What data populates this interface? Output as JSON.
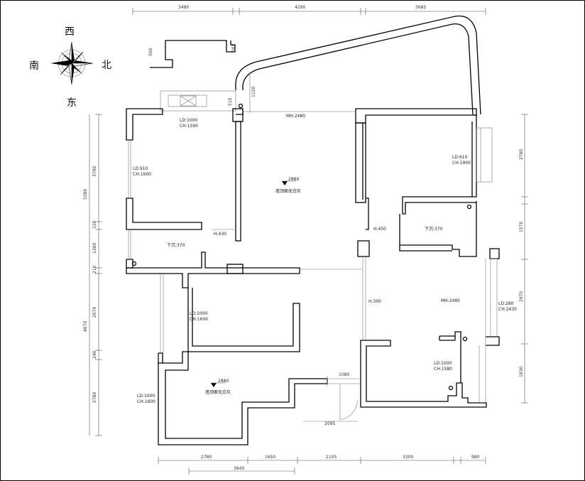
{
  "compass": {
    "north": "北",
    "south": "南",
    "west": "西",
    "east": "东"
  },
  "dims_top": [
    "3480",
    "4290",
    "3685"
  ],
  "dims_bottom": [
    "2780",
    "1650",
    "2105",
    "3300",
    "980"
  ],
  "dim_bottom2": "3640",
  "dims_left": [
    "3790",
    "5280",
    "150",
    "1380",
    "210",
    "2670",
    "4670",
    "240",
    "2780"
  ],
  "dims_right": [
    "2780",
    "1570",
    "2970",
    "1830"
  ],
  "dims_misc": [
    "500",
    "265",
    "1120",
    "510",
    "1080",
    "2095"
  ],
  "rooms": {
    "nw_room": {
      "ld": "LD:1000",
      "ch": "CH:1590"
    },
    "w_room": {
      "ld": "LD:910",
      "ch": "CH:1600"
    },
    "ne_room": {
      "ld": "LD:610",
      "ch": "CH:1900"
    },
    "mid_room": {
      "ld": "LD:1000",
      "ch": "CH:1600"
    },
    "sw_room": {
      "ld": "LD:1000",
      "ch": "CH:1600"
    },
    "e_window": {
      "ld": "LD:280",
      "ch": "CH:2430"
    },
    "se_room": {
      "ld": "LD:1000",
      "ch": "CH:1580"
    }
  },
  "beams": {
    "top": "MH:2480",
    "right": "MH:2480"
  },
  "heights": {
    "h430": "H:430",
    "h450": "H:450",
    "h300": "H:300"
  },
  "drops": {
    "left": "下沉:370",
    "right": "下沉:370"
  },
  "elev_top": {
    "level": "2880",
    "note": "墙顶面无白灰"
  },
  "elev_bottom": {
    "level": "2880",
    "note": "墙顶面无白灰"
  }
}
